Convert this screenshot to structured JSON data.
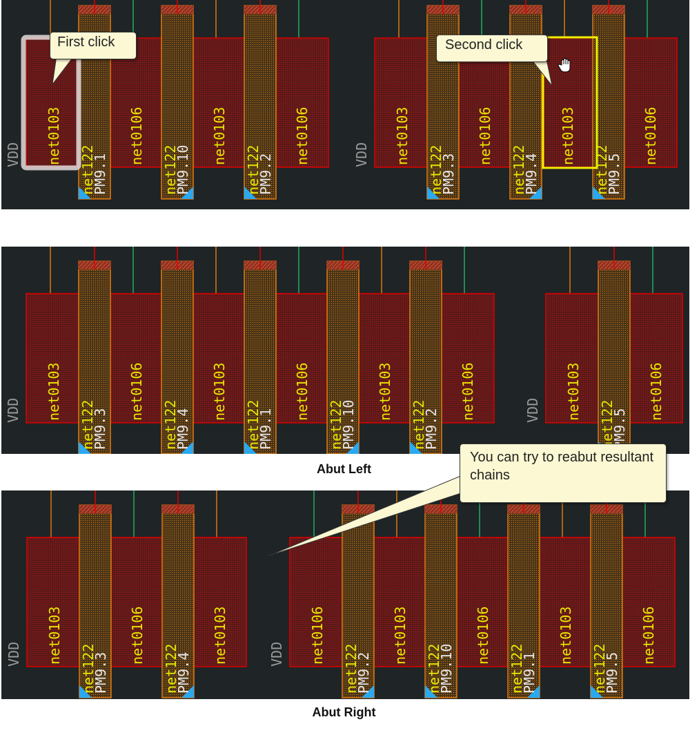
{
  "colors": {
    "background": "#1f2426",
    "diffusion_fill": "#5a1a1a",
    "diffusion_border": "#e00000",
    "gate_fill": "#4a3418",
    "gate_border": "#e07a10",
    "gate_cap": "#8a3020",
    "net_label": "#e8e800",
    "inst_label": "#e6e6e6",
    "vdd_label": "#9a9a9a",
    "wire_orange": "#d87a10",
    "wire_green": "#20b060",
    "wire_red": "#e00000",
    "pin_marker": "#2aa8f0",
    "selection": "#f0f000",
    "callout_bg": "#fbf8d3"
  },
  "panels": [
    {
      "id": "before",
      "caption": "",
      "groups": [
        {
          "vdd_label": "VDD",
          "cells": [
            {
              "type": "diff",
              "label": "net0103",
              "wire": "orange",
              "selected": "first"
            },
            {
              "type": "gate",
              "net": "net122",
              "inst": "PM9.1",
              "pin": "left"
            },
            {
              "type": "diff",
              "label": "net0106",
              "wire": "green"
            },
            {
              "type": "gate",
              "net": "net122",
              "inst": "PM9.10",
              "pin": "right"
            },
            {
              "type": "diff",
              "label": "net0103",
              "wire": "orange"
            },
            {
              "type": "gate",
              "net": "net122",
              "inst": "PM9.2",
              "pin": "left"
            },
            {
              "type": "diff",
              "label": "net0106",
              "wire": "green"
            }
          ]
        },
        {
          "vdd_label": "VDD",
          "cells": [
            {
              "type": "diff",
              "label": "net0103",
              "wire": "orange"
            },
            {
              "type": "gate",
              "net": "net122",
              "inst": "PM9.3",
              "pin": "left"
            },
            {
              "type": "diff",
              "label": "net0106",
              "wire": "green"
            },
            {
              "type": "gate",
              "net": "net122",
              "inst": "PM9.4",
              "pin": "right"
            },
            {
              "type": "diff",
              "label": "net0103",
              "wire": "orange",
              "selected": "second"
            },
            {
              "type": "gate",
              "net": "net122",
              "inst": "PM9.5",
              "pin": "left"
            },
            {
              "type": "diff",
              "label": "net0106",
              "wire": "green"
            }
          ]
        }
      ]
    },
    {
      "id": "abut-left",
      "caption": "Abut Left",
      "groups": [
        {
          "vdd_label": "VDD",
          "cells": [
            {
              "type": "diff",
              "label": "net0103",
              "wire": "orange"
            },
            {
              "type": "gate",
              "net": "net122",
              "inst": "PM9.3",
              "pin": "left"
            },
            {
              "type": "diff",
              "label": "net0106",
              "wire": "green"
            },
            {
              "type": "gate",
              "net": "net122",
              "inst": "PM9.4",
              "pin": "right"
            },
            {
              "type": "diff",
              "label": "net0103",
              "wire": "orange"
            },
            {
              "type": "gate",
              "net": "net122",
              "inst": "PM9.1",
              "pin": "left"
            },
            {
              "type": "diff",
              "label": "net0106",
              "wire": "green"
            },
            {
              "type": "gate",
              "net": "net122",
              "inst": "PM9.10",
              "pin": "right"
            },
            {
              "type": "diff",
              "label": "net0103",
              "wire": "orange"
            },
            {
              "type": "gate",
              "net": "net122",
              "inst": "PM9.2",
              "pin": "left"
            },
            {
              "type": "diff",
              "label": "net0106",
              "wire": "green"
            }
          ]
        },
        {
          "vdd_label": "VDD",
          "cells": [
            {
              "type": "diff",
              "label": "net0103",
              "wire": "orange"
            },
            {
              "type": "gate",
              "net": "net122",
              "inst": "PM9.5",
              "pin": "left"
            },
            {
              "type": "diff",
              "label": "net0106",
              "wire": "green"
            }
          ]
        }
      ]
    },
    {
      "id": "abut-right",
      "caption": "Abut Right",
      "groups": [
        {
          "vdd_label": "VDD",
          "cells": [
            {
              "type": "diff",
              "label": "net0103",
              "wire": "orange"
            },
            {
              "type": "gate",
              "net": "net122",
              "inst": "PM9.3",
              "pin": "left"
            },
            {
              "type": "diff",
              "label": "net0106",
              "wire": "green"
            },
            {
              "type": "gate",
              "net": "net122",
              "inst": "PM9.4",
              "pin": "right"
            },
            {
              "type": "diff",
              "label": "net0103",
              "wire": "orange"
            }
          ]
        },
        {
          "vdd_label": "VDD",
          "cells": [
            {
              "type": "diff",
              "label": "net0106",
              "wire": "green"
            },
            {
              "type": "gate",
              "net": "net122",
              "inst": "PM9.2",
              "pin": "right"
            },
            {
              "type": "diff",
              "label": "net0103",
              "wire": "orange"
            },
            {
              "type": "gate",
              "net": "net122",
              "inst": "PM9.10",
              "pin": "left"
            },
            {
              "type": "diff",
              "label": "net0106",
              "wire": "green"
            },
            {
              "type": "gate",
              "net": "net122",
              "inst": "PM9.1",
              "pin": "right"
            },
            {
              "type": "diff",
              "label": "net0103",
              "wire": "orange"
            },
            {
              "type": "gate",
              "net": "net122",
              "inst": "PM9.5",
              "pin": "left"
            },
            {
              "type": "diff",
              "label": "net0106",
              "wire": "green"
            }
          ]
        }
      ]
    }
  ],
  "callouts": {
    "first_click": "First click",
    "second_click": "Second click",
    "reabut": "You can try to reabut resultant chains"
  },
  "icons": {
    "cursor": "hand-cursor-icon"
  }
}
